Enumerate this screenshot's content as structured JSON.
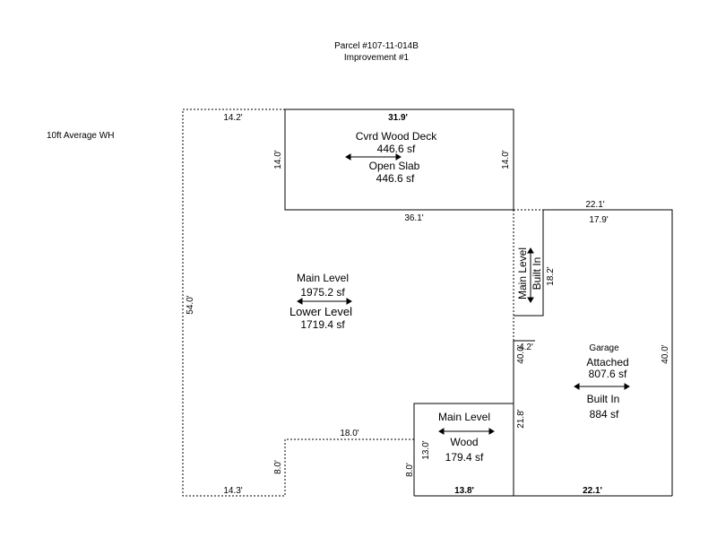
{
  "header": {
    "parcel": "Parcel #107-11-014B",
    "improvement": "Improvement #1"
  },
  "note": "10ft Average WH",
  "areas": {
    "deck": {
      "line1": "Cvrd Wood Deck",
      "line2": "446.6 sf",
      "line3": "Open Slab",
      "line4": "446.6 sf"
    },
    "main": {
      "line1": "Main Level",
      "line2": "1975.2 sf",
      "line3": "Lower Level",
      "line4": "1719.4 sf"
    },
    "builtin": {
      "line1": "Main Level",
      "line2": "Built In"
    },
    "garage": {
      "line1": "Garage",
      "line2": "Attached",
      "line3": "807.6 sf",
      "line4": "Built In",
      "line5": "884 sf"
    },
    "wood": {
      "line1": "Main Level",
      "line2": "Wood",
      "line3": "179.4 sf"
    }
  },
  "dimensions": {
    "top_left": "14.2'",
    "deck_top": "31.9'",
    "deck_left": "14.0'",
    "deck_right": "14.0'",
    "deck_bottom": "36.1'",
    "main_left": "54.0'",
    "garage_top": "22.1'",
    "builtin_top": "17.9'",
    "builtin_side": "18.2'",
    "small_a": "4.2'",
    "small_b": "40.0'",
    "garage_right": "40.0'",
    "garage_left": "21.8'",
    "notch_top": "18.0'",
    "notch_side": "8.0'",
    "bottom_left": "14.3'",
    "wood_side": "13.0'",
    "wood_left": "8.0'",
    "wood_bottom": "13.8'",
    "garage_bottom": "22.1'"
  }
}
